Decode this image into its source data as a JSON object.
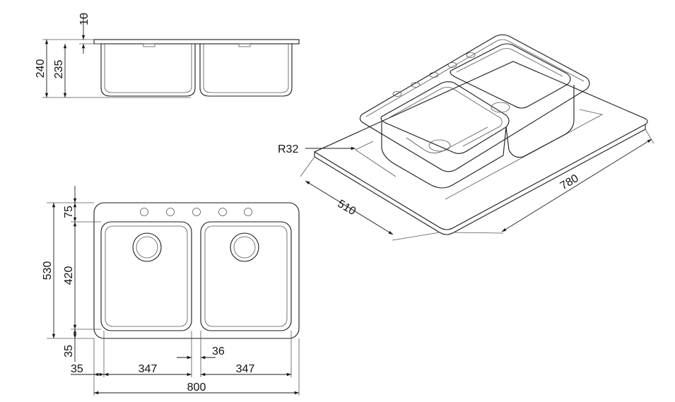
{
  "side_view": {
    "dim_total_height": "240",
    "dim_bowl_depth": "235",
    "dim_rim_thickness": "10"
  },
  "top_view": {
    "dim_overall_depth": "530",
    "dim_rim_back": "75",
    "dim_bowl_depth": "420",
    "dim_rim_front": "35",
    "dim_rim_left": "35",
    "dim_bowl_width_left": "347",
    "dim_divider": "36",
    "dim_bowl_width_right": "347",
    "dim_overall_width": "800"
  },
  "iso_view": {
    "dim_radius": "R32",
    "dim_cutout_depth": "510",
    "dim_cutout_width": "780"
  }
}
